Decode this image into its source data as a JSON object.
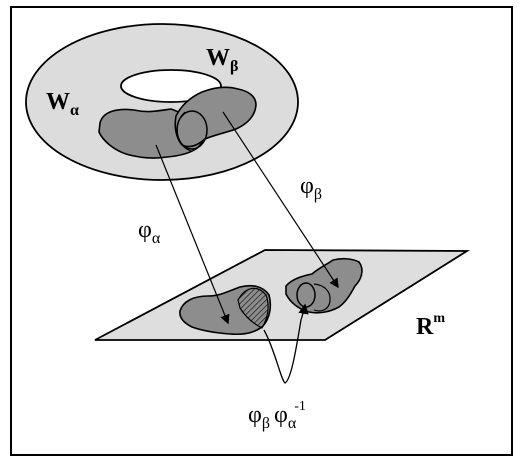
{
  "diagram": {
    "chart_label_w_alpha": "W",
    "chart_label_w_alpha_sub": "α",
    "chart_label_w_beta": "W",
    "chart_label_w_beta_sub": "β",
    "map_label_phi_alpha": "φ",
    "map_label_phi_alpha_sub": "α",
    "map_label_phi_beta": "φ",
    "map_label_phi_beta_sub": "β",
    "plane_label": "R",
    "plane_label_sup": "m",
    "transition_label_phi_beta": "φ",
    "transition_label_phi_beta_sub": "β",
    "transition_label_phi_alpha": "φ",
    "transition_label_phi_alpha_sub": "α",
    "transition_label_phi_alpha_sup": "-1"
  },
  "colors": {
    "ink": "#000000",
    "torus_fill": "#dcdcdc",
    "plane_fill": "#dedede",
    "region_fill": "#8d8d8d",
    "hole_fill": "#ffffff",
    "background": "#ffffff"
  }
}
